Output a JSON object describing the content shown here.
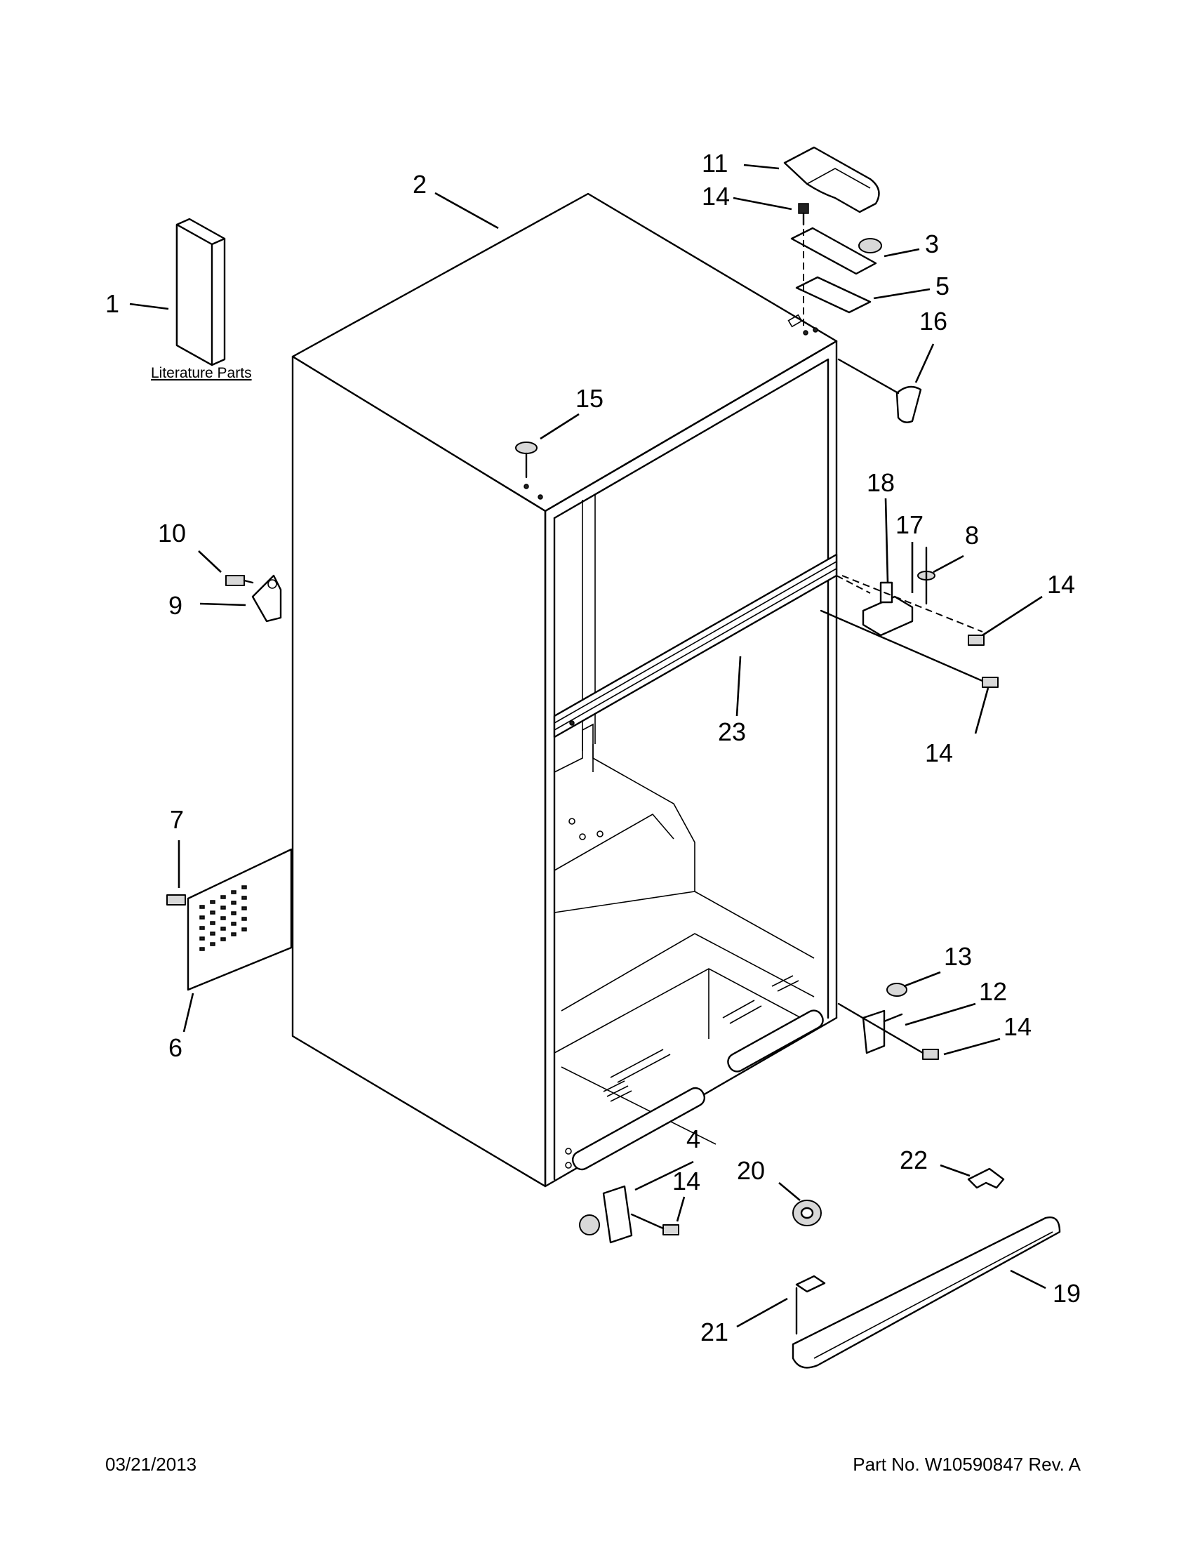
{
  "callouts": [
    {
      "id": "c1",
      "label": "1"
    },
    {
      "id": "c2",
      "label": "2"
    },
    {
      "id": "c3",
      "label": "3"
    },
    {
      "id": "c4",
      "label": "4"
    },
    {
      "id": "c5",
      "label": "5"
    },
    {
      "id": "c6",
      "label": "6"
    },
    {
      "id": "c7",
      "label": "7"
    },
    {
      "id": "c8",
      "label": "8"
    },
    {
      "id": "c9",
      "label": "9"
    },
    {
      "id": "c10",
      "label": "10"
    },
    {
      "id": "c11",
      "label": "11"
    },
    {
      "id": "c12",
      "label": "12"
    },
    {
      "id": "c13",
      "label": "13"
    },
    {
      "id": "c14a",
      "label": "14"
    },
    {
      "id": "c14b",
      "label": "14"
    },
    {
      "id": "c14c",
      "label": "14"
    },
    {
      "id": "c14d",
      "label": "14"
    },
    {
      "id": "c14e",
      "label": "14"
    },
    {
      "id": "c15",
      "label": "15"
    },
    {
      "id": "c16",
      "label": "16"
    },
    {
      "id": "c17",
      "label": "17"
    },
    {
      "id": "c18",
      "label": "18"
    },
    {
      "id": "c19",
      "label": "19"
    },
    {
      "id": "c20",
      "label": "20"
    },
    {
      "id": "c21",
      "label": "21"
    },
    {
      "id": "c22",
      "label": "22"
    },
    {
      "id": "c23",
      "label": "23"
    }
  ],
  "literature_label": "Literature Parts",
  "footer": {
    "date": "03/21/2013",
    "part_number": "Part No.  W10590847  Rev.  A"
  }
}
